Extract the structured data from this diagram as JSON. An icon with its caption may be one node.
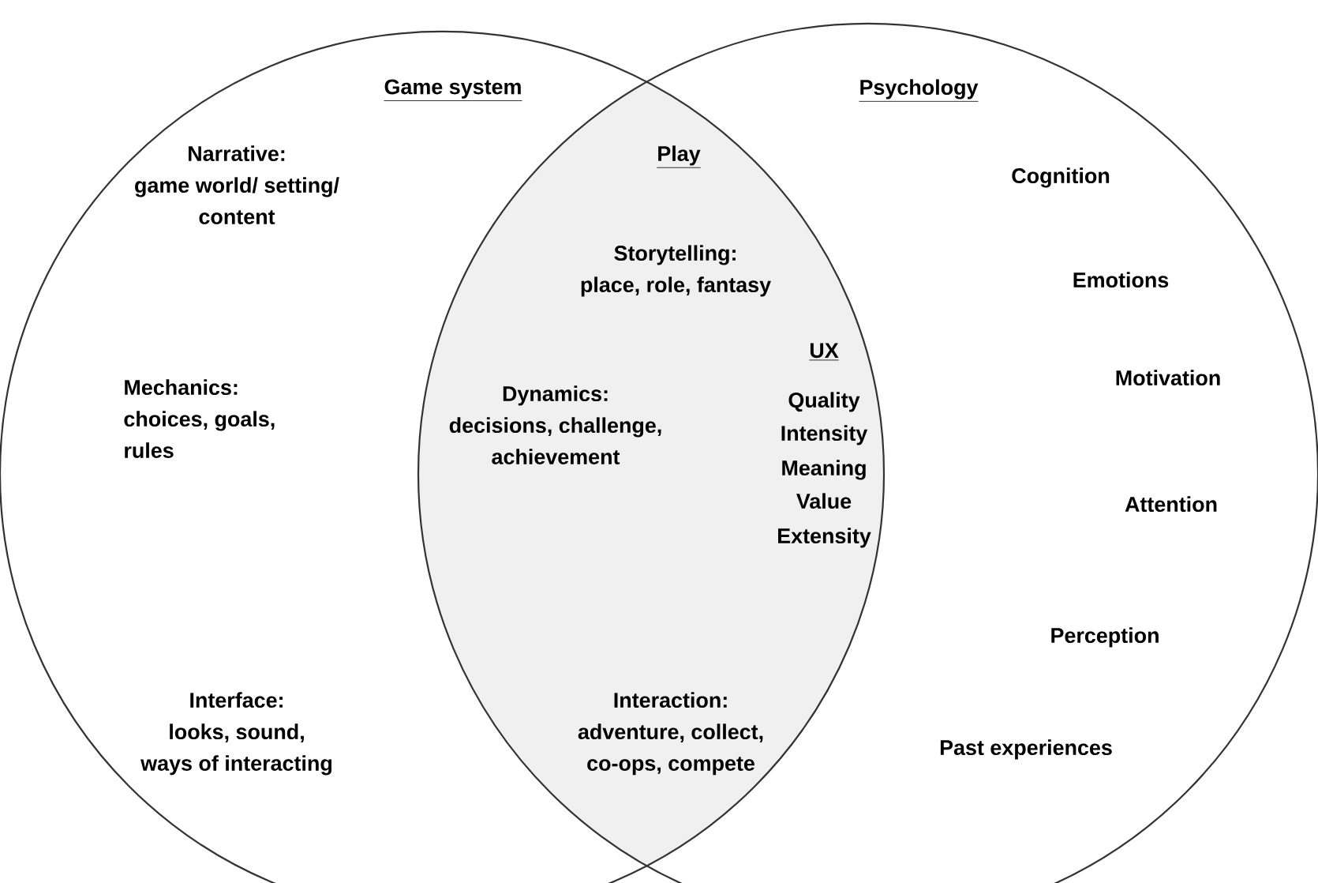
{
  "diagram": {
    "nodes": [
      {
        "text": [
          "Game system",
          "Narrative:",
          "game world/ setting/ content",
          "Mechanics:",
          "choices, goals, rules",
          "Interface:",
          "looks, sound, ways of interacting"
        ]
      },
      {
        "text": [
          "Psychology",
          "Cognition",
          "Emotions",
          "Motivation",
          "Attention",
          "Perception",
          "Past experiences"
        ]
      },
      {
        "text": [
          "Play",
          "Storytelling:",
          "place, role, fantasy",
          "Dynamics:",
          "decisions, challenge, achievement",
          "UX",
          "Quality",
          "Intensity",
          "Meaning",
          "Value",
          "Extensity",
          "Interaction:",
          "adventure, collect, co-ops, compete"
        ]
      }
    ]
  }
}
